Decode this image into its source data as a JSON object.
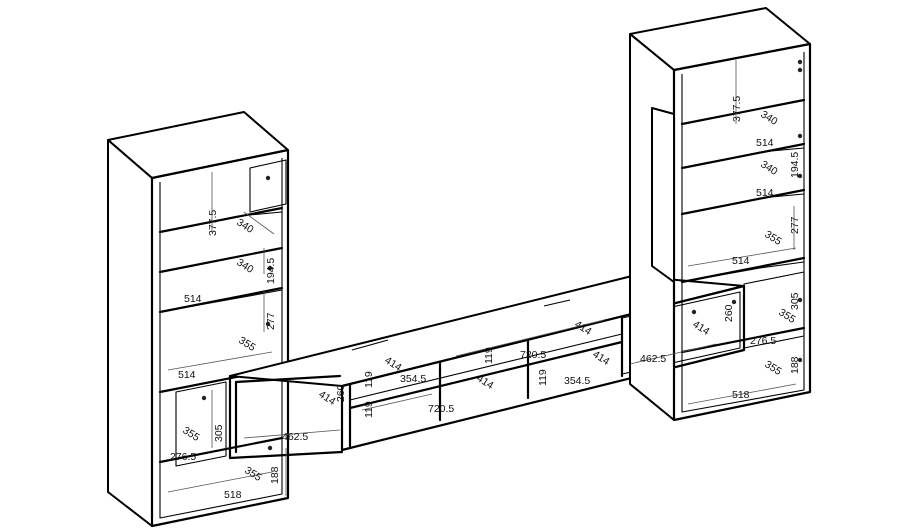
{
  "left_tower": {
    "dims": [
      "377.5",
      "340",
      "194.5",
      "340",
      "514",
      "277",
      "355",
      "514",
      "305",
      "355",
      "276.5",
      "355",
      "188",
      "518"
    ]
  },
  "tv_bench": {
    "dims": [
      "414",
      "119",
      "354.5",
      "119",
      "720.5",
      "414",
      "354.5",
      "414",
      "414",
      "119",
      "720.5",
      "119",
      "414",
      "260",
      "462.5",
      "414",
      "260",
      "462.5"
    ]
  },
  "right_tower": {
    "dims": [
      "377.5",
      "340",
      "514",
      "194.5",
      "340",
      "514",
      "277",
      "355",
      "514",
      "305",
      "276.5",
      "355",
      "355",
      "188",
      "518"
    ]
  }
}
